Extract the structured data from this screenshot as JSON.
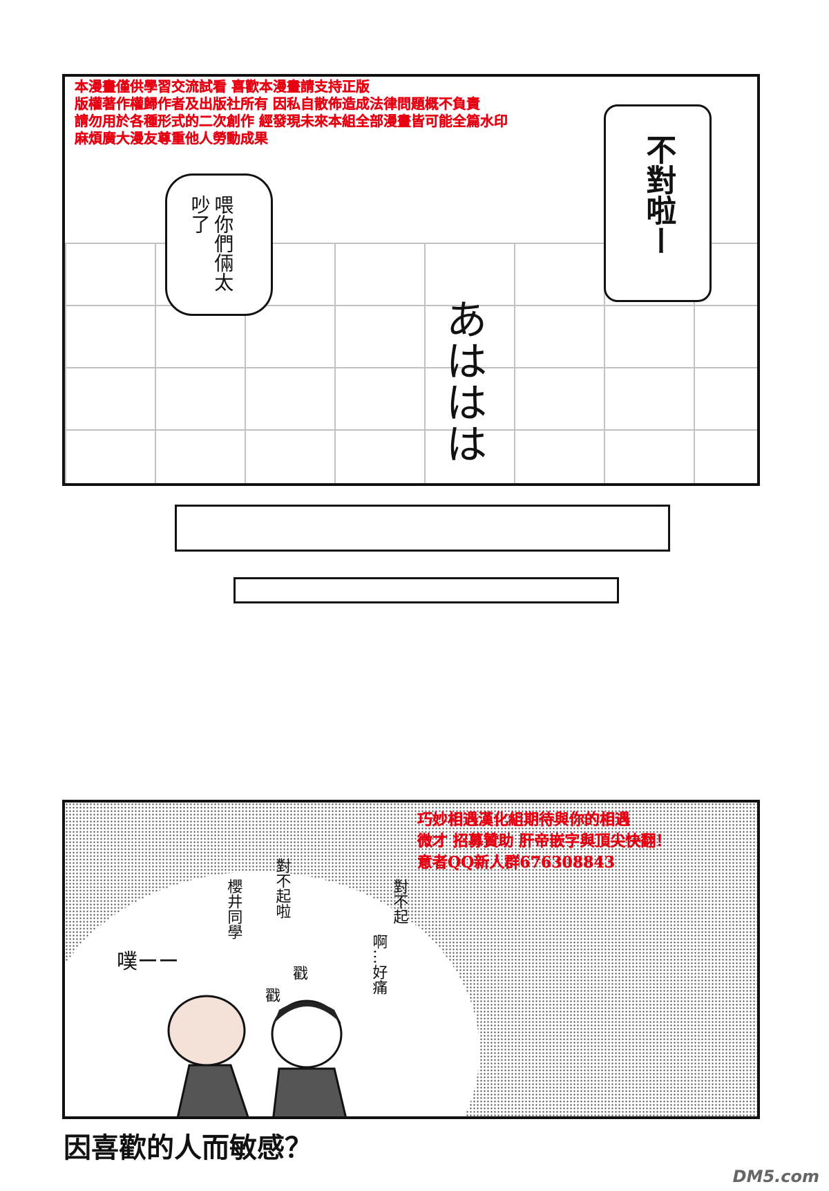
{
  "top_panel": {
    "watermark_lines": [
      "本漫畫僅供學習交流試看 喜歡本漫畫請支持正版",
      "版權著作權歸作者及出版社所有 因私自散佈造成法律問題概不負責",
      "請勿用於各種形式的二次創作 經發現未來本組全部漫畫皆可能全篇水印",
      "麻煩廣大漫友尊重他人勞動成果"
    ],
    "bubble_right": "不對啦ー",
    "bubble_left": "喂你們倆太吵了",
    "sfx_laugh": "あははは"
  },
  "bottom_panel": {
    "recruit_lines": [
      "巧妙相遇漢化組期待與你的相遇",
      "微才 招募贊助 肝帝嵌字與頂尖快翻！",
      "意者QQ新人群676308843"
    ],
    "line_1": "對不起啦",
    "line_2": "櫻井同學",
    "line_3": "對不起",
    "line_4": "啊…好痛",
    "sfx_pfft": "噗ーー",
    "sfx_poke": "戳"
  },
  "caption": "因喜歡的人而敏感？",
  "logo": "DM5.com",
  "colors": {
    "watermark": "#e60012"
  }
}
